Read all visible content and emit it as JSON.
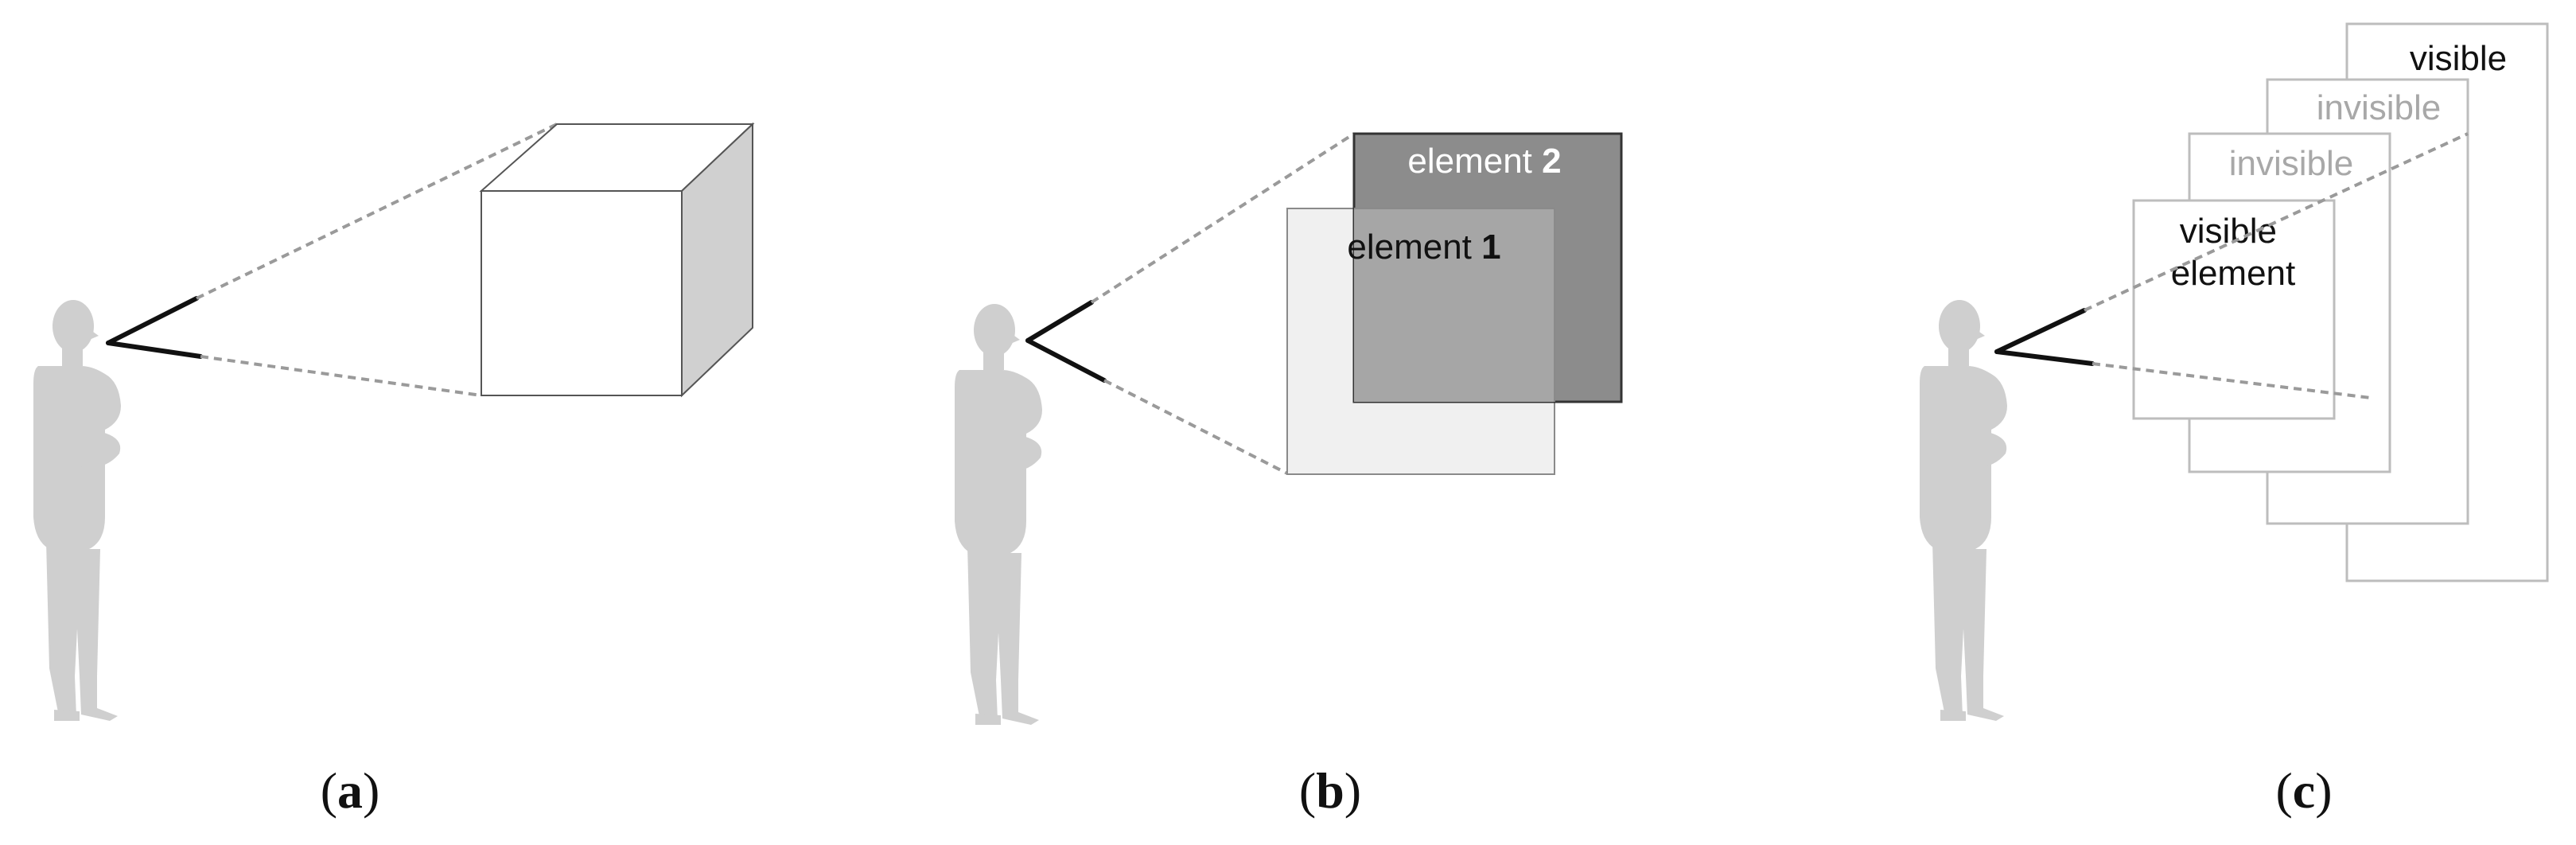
{
  "panels": [
    {
      "caption_open": "(",
      "caption_letter": "a",
      "caption_close": ")"
    },
    {
      "caption_open": "(",
      "caption_letter": "b",
      "caption_close": ")",
      "labels": {
        "element2_word": "element",
        "element2_num": "2",
        "element1_word": "element",
        "element1_num": "1"
      }
    },
    {
      "caption_open": "(",
      "caption_letter": "c",
      "caption_close": ")",
      "labels": {
        "layer4": "visible",
        "layer3": "invisible",
        "layer2": "invisible",
        "layer1_line1": "visible",
        "layer1_line2": "element"
      }
    }
  ],
  "colors": {
    "silhouette": "#cfcfcf",
    "dashed_line": "#9a9a9a",
    "sight_line": "#111111",
    "cube_side": "#d0d0d0",
    "element1_fill": "#f0f0f0",
    "element2_fill": "#8c8c8c",
    "overlap_fill": "#a6a6a6",
    "layer_stroke": "#bdbdbd"
  },
  "icons": [
    "person-silhouette",
    "cube",
    "overlapping-squares",
    "stacked-layers"
  ]
}
